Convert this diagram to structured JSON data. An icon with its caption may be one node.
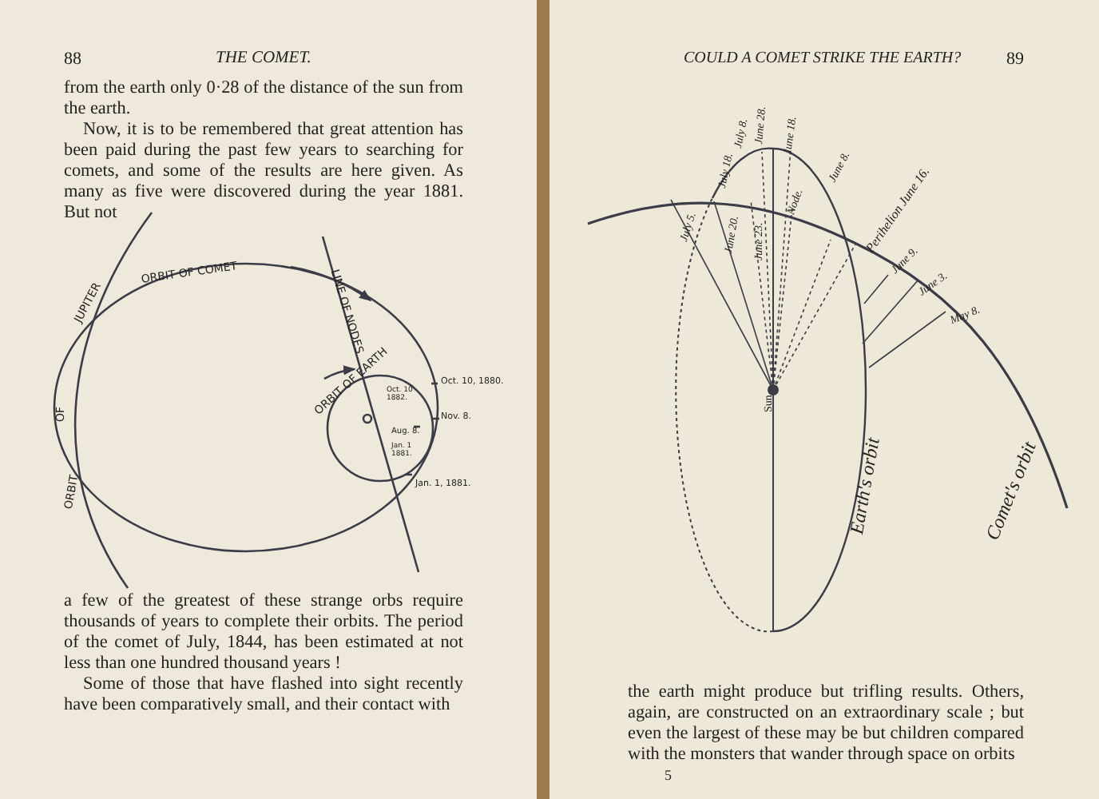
{
  "diagram": {
    "labels": [
      "88",
      "THE COMET.",
      "from the earth only 0·28 of the distance of the sun from the earth.",
      "Now, it is to be remembered that great attention has been paid during the past few years to searching for comets, and some of the results are here given. As many as five were discovered during the year 1881. But not",
      "ORBIT OF COMET",
      "JUPITER",
      "OF",
      "ORBIT",
      "LINE OF NODES",
      "ORBIT OF EARTH",
      "Oct. 10, 1880.",
      "Oct. 10 1882.",
      "Nov. 8.",
      "Aug. 8.",
      "Jan. 1 1881.",
      "Jan. 1, 1881.",
      "a few of the greatest of these strange orbs require thousands of years to complete their orbits. The period of the comet of July, 1844, has been estimated at not less than one hundred thousand years !",
      "Some of those that have flashed into sight recently have been comparatively small, and their contact with",
      "COULD A COMET STRIKE THE EARTH?",
      "89",
      "July 18.",
      "July 8.",
      "June 28.",
      "June 18.",
      "June 8.",
      "July 5.",
      "June 20.",
      "June 23.",
      "Node.",
      "Perihelion June 16.",
      "June 9.",
      "June 3.",
      "May 8.",
      "Sun",
      "Earth's orbit",
      "Comet's orbit",
      "the earth might produce but trifling results. Others, again, are constructed on an extraordinary scale ; but even the largest of these may be but children compared with the monsters that wander through space on orbits",
      "5"
    ]
  }
}
